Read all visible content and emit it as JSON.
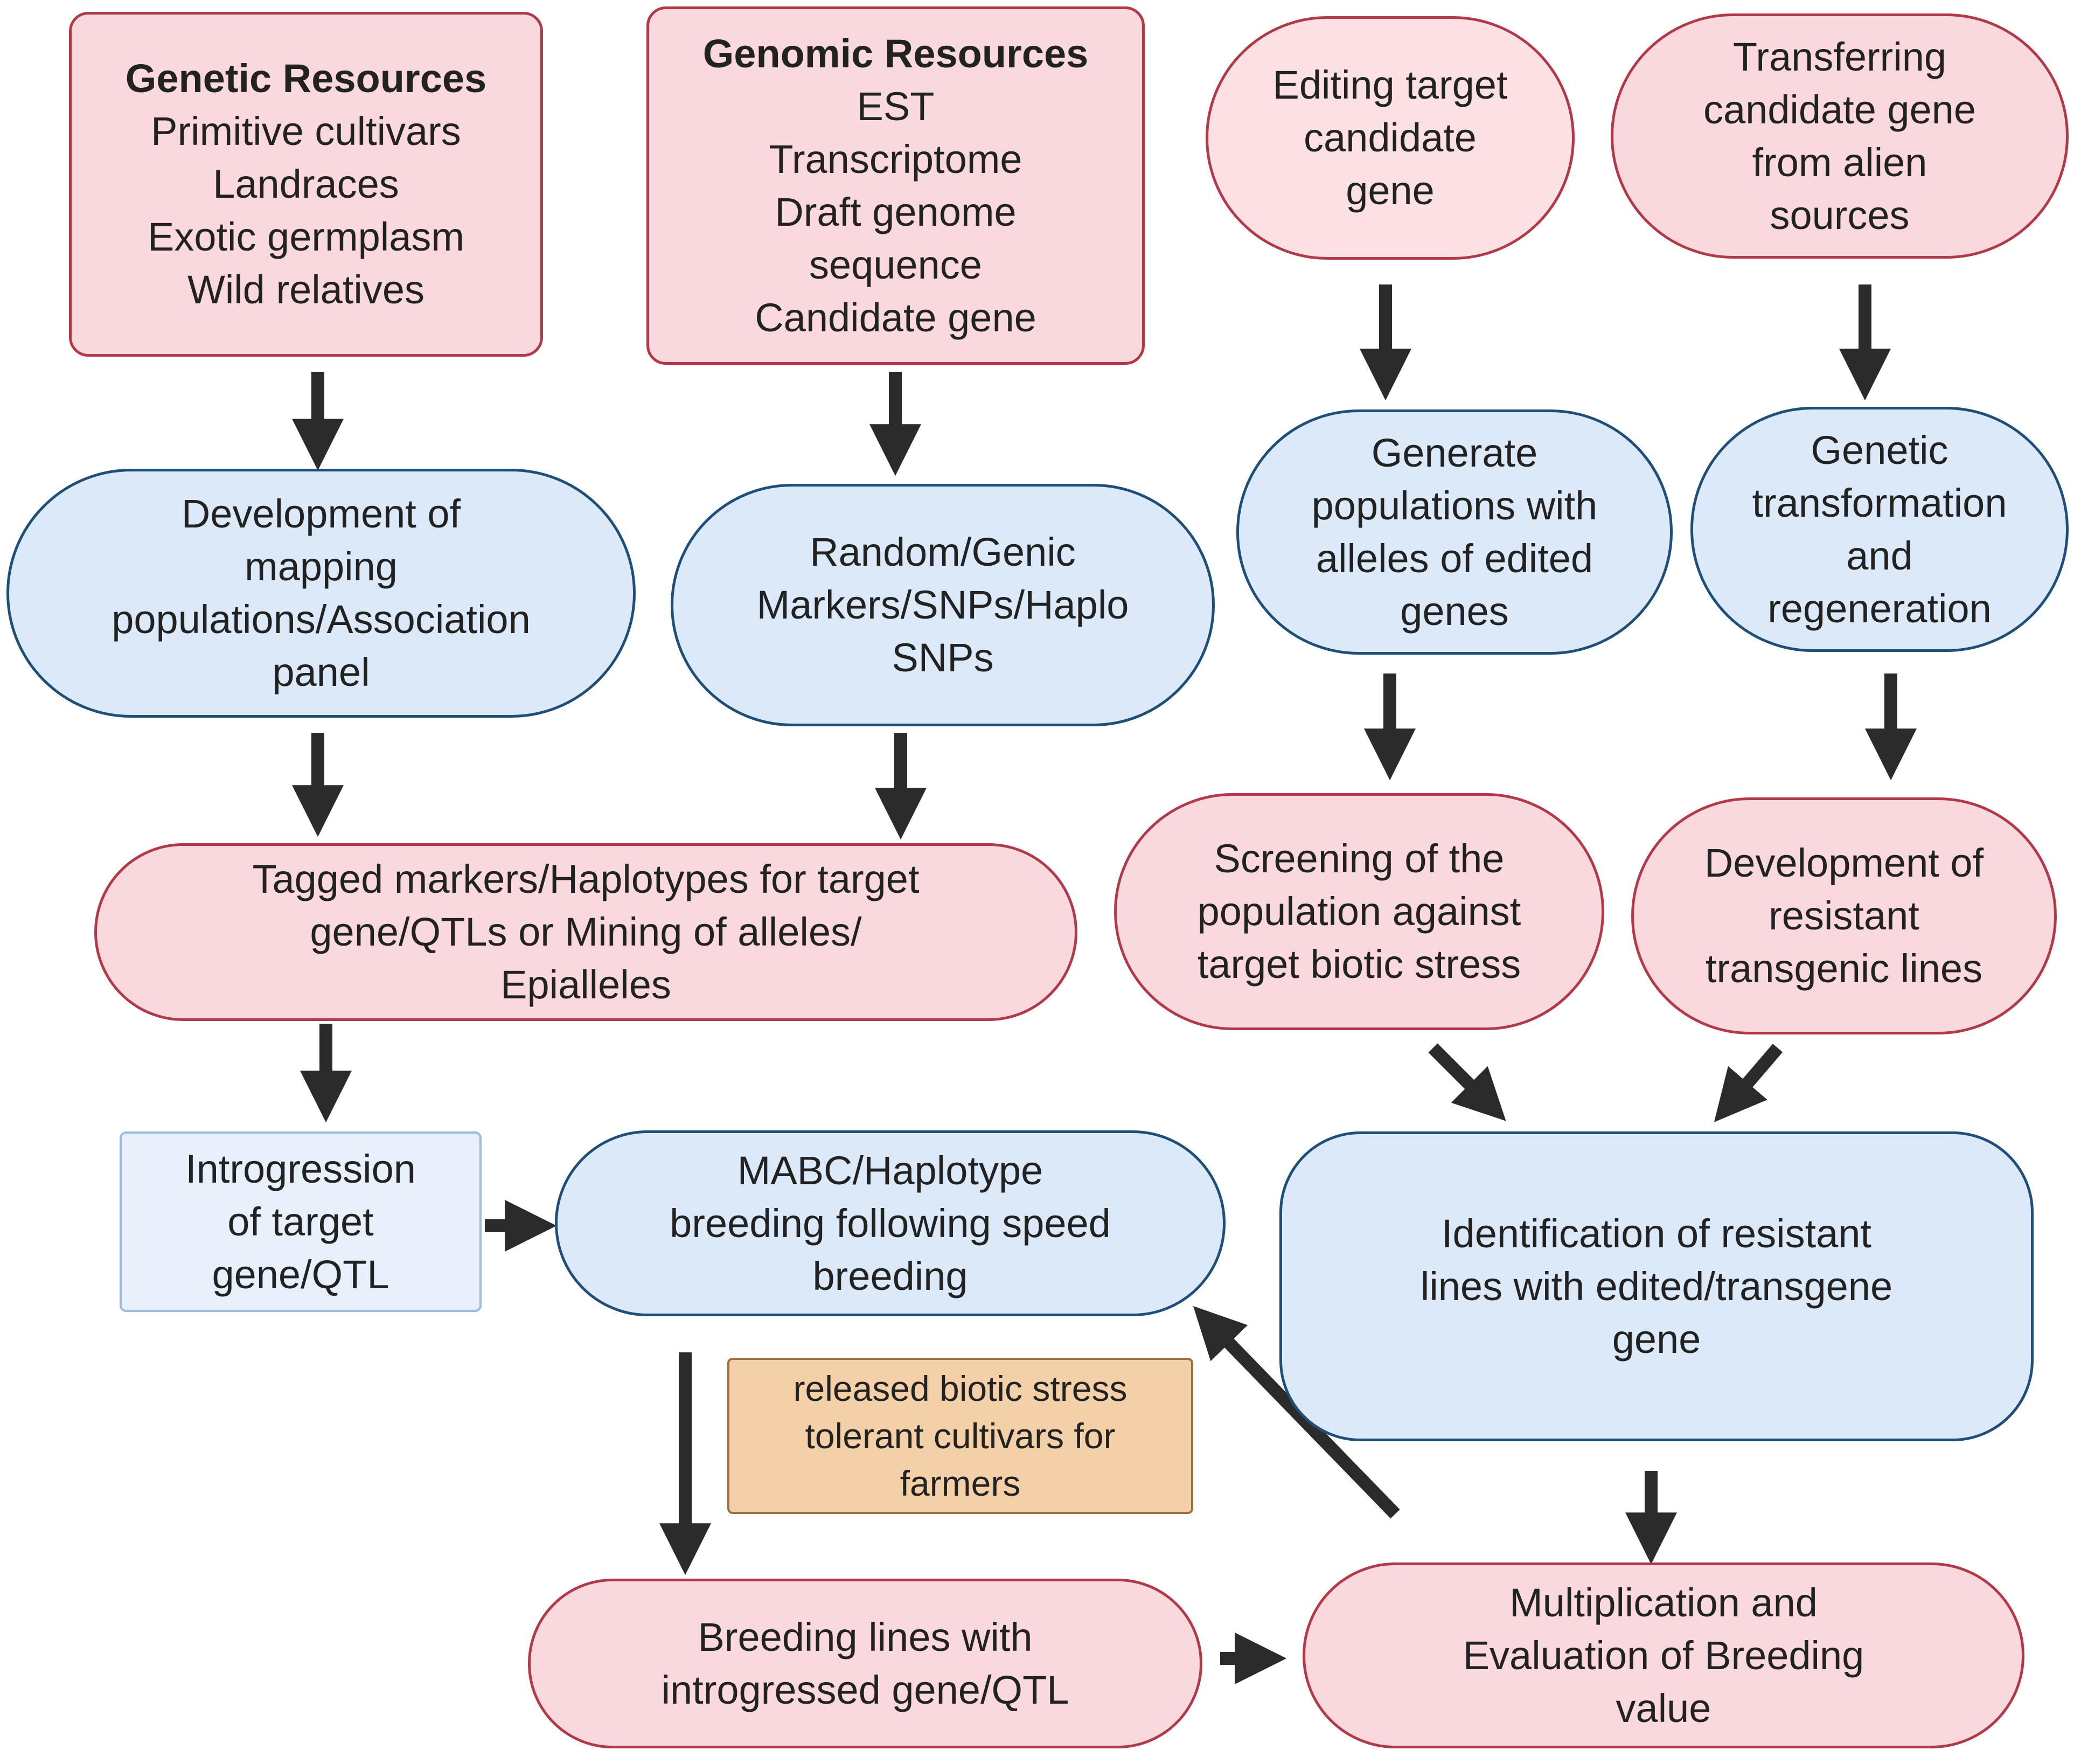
{
  "nodes": {
    "genetic_resources": {
      "title": "Genetic Resources",
      "lines": [
        "Primitive cultivars",
        "Landraces",
        "Exotic germplasm",
        "Wild relatives"
      ]
    },
    "genomic_resources": {
      "title": "Genomic Resources",
      "lines": [
        "EST",
        "Transcriptome",
        "Draft genome",
        "sequence",
        "Candidate gene"
      ]
    },
    "editing_target": {
      "lines": [
        "Editing target",
        "candidate",
        "gene"
      ]
    },
    "transferring": {
      "lines": [
        "Transferring",
        "candidate gene",
        "from alien",
        "sources"
      ]
    },
    "mapping_populations": {
      "lines": [
        "Development of",
        "mapping",
        "populations/Association",
        "panel"
      ]
    },
    "markers": {
      "lines": [
        "Random/Genic",
        "Markers/SNPs/Haplo",
        "SNPs"
      ]
    },
    "generate_populations": {
      "lines": [
        "Generate",
        "populations with",
        "alleles of edited",
        "genes"
      ]
    },
    "genetic_transformation": {
      "lines": [
        "Genetic",
        "transformation",
        "and",
        "regeneration"
      ]
    },
    "tagged_markers": {
      "lines": [
        "Tagged markers/Haplotypes for target",
        "gene/QTLs or Mining of alleles/",
        "Epialleles"
      ]
    },
    "screening": {
      "lines": [
        "Screening of the",
        "population against",
        "target biotic stress"
      ]
    },
    "resistant_transgenic": {
      "lines": [
        "Development of",
        "resistant",
        "transgenic lines"
      ]
    },
    "introgression": {
      "lines": [
        "Introgression",
        "of target",
        "gene/QTL"
      ]
    },
    "mabc": {
      "lines": [
        "MABC/Haplotype",
        "breeding following speed",
        "breeding"
      ]
    },
    "identification": {
      "lines": [
        "Identification of resistant",
        "lines with edited/transgene",
        "gene"
      ]
    },
    "released": {
      "lines": [
        "released biotic stress",
        "tolerant cultivars for",
        "farmers"
      ]
    },
    "breeding_lines": {
      "lines": [
        "Breeding lines with",
        "introgressed gene/QTL"
      ]
    },
    "multiplication": {
      "lines": [
        "Multiplication and",
        "Evaluation of Breeding",
        "value"
      ]
    }
  },
  "colors": {
    "pink_fill": "#f9d9dd",
    "pink_border": "#b23a48",
    "blue_fill": "#dbe9f8",
    "blue_border": "#1f4e79",
    "tan_fill": "#f3d0a7",
    "arrow": "#2b2b2b"
  }
}
